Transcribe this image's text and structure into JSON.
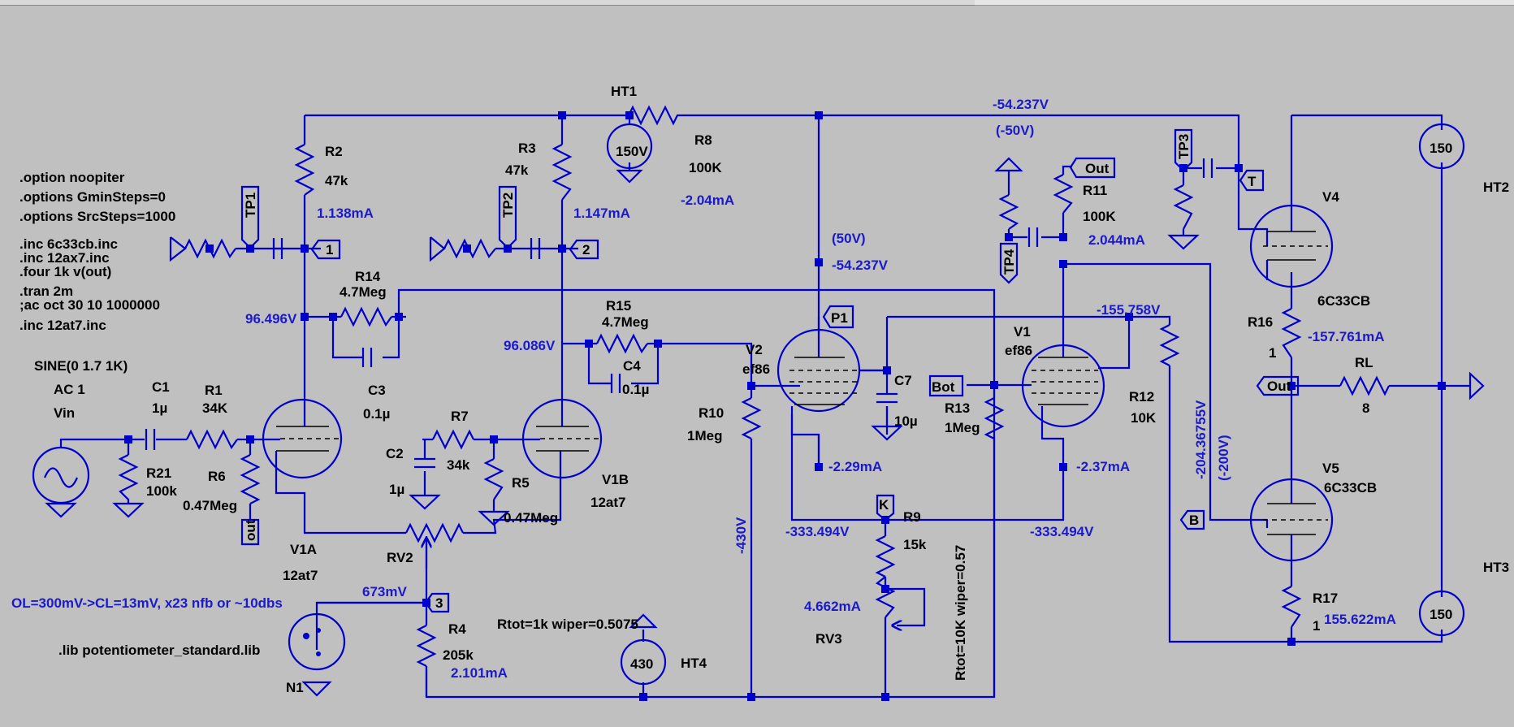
{
  "directives": [
    ".option noopiter",
    ".options GminSteps=0",
    ".options SrcSteps=1000",
    ".inc 6c33cb.inc",
    ".inc 12ax7.inc",
    ".four 1k v(out)",
    ".tran 2m",
    ";ac oct 30 10 1000000",
    ".inc 12at7.inc"
  ],
  "lib_directive": ".lib potentiometer_standard.lib",
  "source": {
    "value": "SINE(0 1.7 1K)",
    "ac": "AC 1",
    "name": "Vin"
  },
  "note": "OL=300mV->CL=13mV, x23 nfb or ~10dbs",
  "comp": {
    "HT1": "HT1",
    "HT1v": "150V",
    "HT2": "HT2",
    "HT2v": "150",
    "HT3": "HT3",
    "HT3v": "150",
    "HT4": "HT4",
    "HT4v": "430",
    "R1": "R1",
    "R1v": "34K",
    "R2": "R2",
    "R2v": "47k",
    "R3": "R3",
    "R3v": "47k",
    "R4": "R4",
    "R4v": "205k",
    "R5": "R5",
    "R5v": "0.47Meg",
    "R6": "R6",
    "R6v": "0.47Meg",
    "R7": "R7",
    "R7v": "34k",
    "R8": "R8",
    "R8v": "100K",
    "R9": "R9",
    "R9v": "15k",
    "R10": "R10",
    "R10v": "1Meg",
    "R11": "R11",
    "R11v": "100K",
    "R12": "R12",
    "R12v": "10K",
    "R13": "R13",
    "R13v": "1Meg",
    "R14": "R14",
    "R14v": "4.7Meg",
    "R15": "R15",
    "R15v": "4.7Meg",
    "R16": "R16",
    "R16v": "1",
    "R17": "R17",
    "R17v": "1",
    "R21": "R21",
    "R21v": "100k",
    "RL": "RL",
    "RLv": "8",
    "RV2": "RV2",
    "RV3": "RV3",
    "C1": "C1",
    "C1v": "1µ",
    "C2": "C2",
    "C2v": "1µ",
    "C3": "C3",
    "C3v": "0.1µ",
    "C4": "C4",
    "C4v": "0.1µ",
    "C7": "C7",
    "C7v": "10µ",
    "V1A": "V1A",
    "V1Av": "12at7",
    "V1B": "V1B",
    "V1Bv": "12at7",
    "V1": "V1",
    "V1v": "ef86",
    "V2": "V2",
    "V2v": "ef86",
    "V4": "V4",
    "V4v": "6C33CB",
    "V5": "V5",
    "V5v": "6C33CB",
    "N1": "N1",
    "rtot1": "Rtot=1k wiper=0.5075",
    "rtot2": "Rtot=10K wiper=0.57"
  },
  "ports": {
    "TP1": "TP1",
    "TP2": "TP2",
    "TP3": "TP3",
    "TP4": "TP4",
    "P1": "P1",
    "K": "K",
    "T": "T",
    "B": "B",
    "Bot": "Bot",
    "Out": "Out",
    "out": "out",
    "p1": "1",
    "p2": "2",
    "p3": "3"
  },
  "readings": {
    "i_r2": "1.138mA",
    "i_r3": "1.147mA",
    "i_r8": "-2.04mA",
    "i_r11": "2.044mA",
    "v_top": "-54.237V",
    "v_top_nom": "(-50V)",
    "v_mid_nom": "(50V)",
    "v_mid": "-54.237V",
    "v_a": "96.496V",
    "v_b": "96.086V",
    "v_c": "-155.758V",
    "i_r16": "-157.761mA",
    "i_r17": "155.622mA",
    "i_v2k": "-2.29mA",
    "i_v1k": "-2.37mA",
    "v_k1": "-333.494V",
    "v_k2": "-333.494V",
    "v_r10": "-430V",
    "v_r12": "-204.36755V",
    "v_r12_nom": "(-200V)",
    "i_rv3": "4.662mA",
    "v_rv2": "673mV",
    "i_r4": "2.101mA"
  }
}
